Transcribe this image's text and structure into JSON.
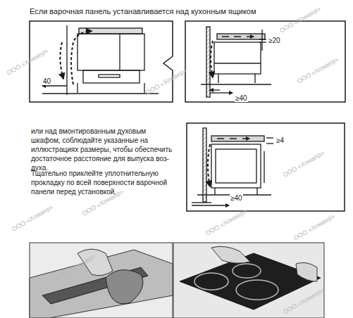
{
  "diagram": {
    "title": "Если варочная панель устанавливается над кухонным ящиком",
    "labels": [
      "40",
      "≥20",
      "≥40",
      "или над вмонтированным духовым шкафом, соблюдайте указанные на иллюстрациях размеры, чтобы обеспечить достаточное расстояние для выпуска воз-духа.",
      "Тщательно приклейте уплотнительную прокладку по всей поверхности варочной панели перед установкой.",
      "≥4",
      "≥40",
      "ООО «Хомаер»",
      "ООО «Хомаер»",
      "ООО «Хомаер»",
      "ООО «Хомаер»",
      "ООО «Хомаер»",
      "ООО «Хомаер»",
      "ООО «Хомаер»",
      "ООО «Хомаер»",
      "ООО «Хомаер»",
      "ООО «Хомаер»",
      "ООО «Хомаер»"
    ]
  }
}
